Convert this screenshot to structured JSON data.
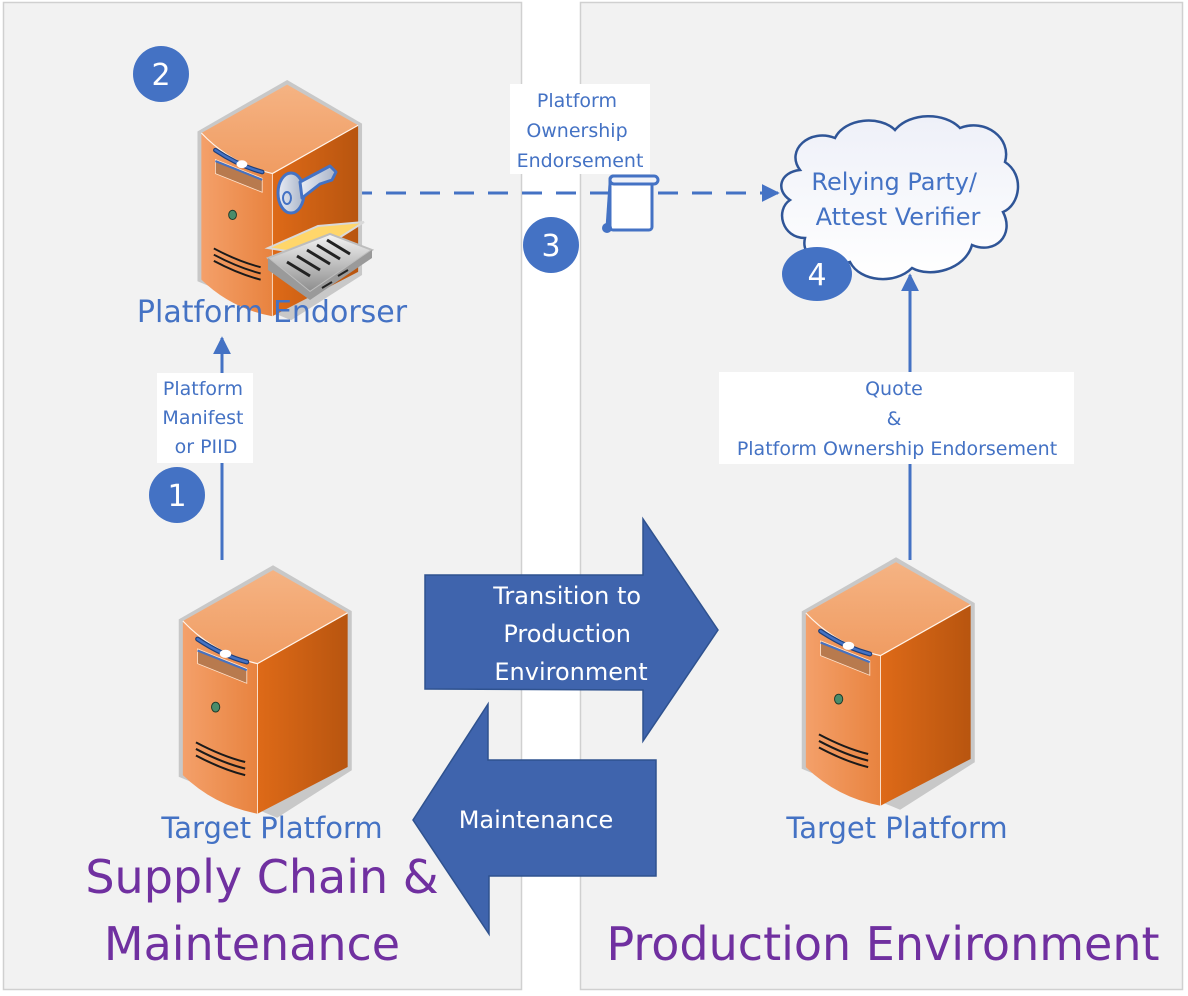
{
  "colors": {
    "panel_bg": "#f2f2f2",
    "panel_border": "#d0d0d0",
    "accent_blue": "#4472c4",
    "arrow_fill": "#3f64ad",
    "title_purple": "#7030a0",
    "server_orange": "#e07028"
  },
  "left_panel": {
    "title_line1": "Supply Chain &",
    "title_line2": "Maintenance",
    "endorser": {
      "label": "Platform Endorser",
      "step": "2",
      "icon": "server-with-key-and-scanner-icon"
    },
    "target": {
      "label": "Target Platform",
      "icon": "server-icon"
    },
    "flow_1": {
      "step": "1",
      "label_lines": [
        "Platform",
        "Manifest",
        "or PIID"
      ]
    }
  },
  "right_panel": {
    "title": "Production Environment",
    "verifier": {
      "label_lines": [
        "Relying Party/",
        "Attest Verifier"
      ],
      "step": "4",
      "icon": "cloud-icon"
    },
    "target": {
      "label": "Target Platform",
      "icon": "server-icon"
    },
    "flow_quote": {
      "label_lines": [
        "Quote",
        "&",
        "Platform Ownership Endorsement"
      ]
    }
  },
  "flow_3": {
    "step": "3",
    "label_lines": [
      "Platform",
      "Ownership",
      "Endorsement"
    ],
    "icon": "scroll-document-icon"
  },
  "transition_arrows": {
    "to_production": [
      "Transition to",
      "Production",
      "Environment"
    ],
    "maintenance": "Maintenance"
  }
}
